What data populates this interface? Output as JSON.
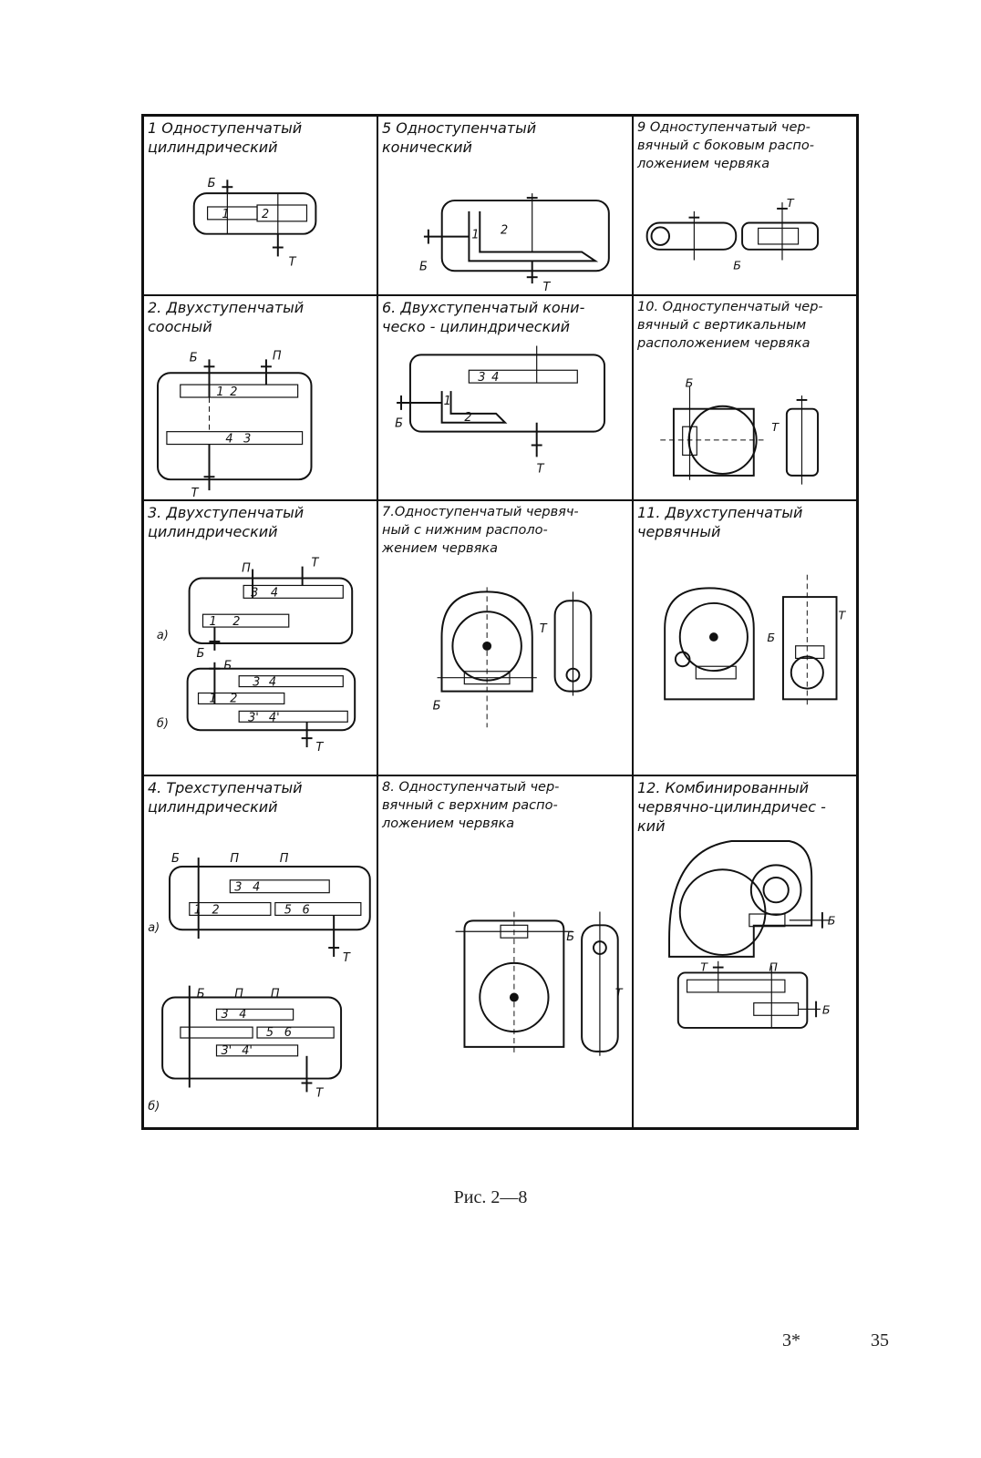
{
  "figure": {
    "cells": [
      {
        "caption": "1 Одноступенчатый\nцилиндрический",
        "labels": [
          "Б",
          "1",
          "2",
          "Т"
        ]
      },
      {
        "caption": "5  Одноступенчатый\nконический",
        "labels": [
          "1",
          "2",
          "Б",
          "Т"
        ]
      },
      {
        "caption": "9 Одноступенчатый чер-\nвячный с боковым распо-\nложением червяка",
        "labels": [
          "Т",
          "Б"
        ]
      },
      {
        "caption": "2. Двухступенчатый\n          соосный",
        "labels": [
          "Б",
          "П",
          "1",
          "2",
          "4",
          "3",
          "Т"
        ]
      },
      {
        "caption": "6. Двухступенчатый кони-\nческо - цилиндрический",
        "labels": [
          "3",
          "4",
          "1",
          "2",
          "Б",
          "Т"
        ]
      },
      {
        "caption": "10. Одноступенчатый чер-\nвячный с вертикальным\nрасположением червяка",
        "labels": [
          "Б",
          "Т"
        ]
      },
      {
        "caption": "3. Двухступенчатый\nцилиндрический",
        "labels": [
          "П",
          "Т",
          "3",
          "4",
          "1",
          "2",
          "а)",
          "Б",
          "Б",
          "3",
          "4",
          "1",
          "2",
          "3'",
          "4'",
          "б)",
          "Т"
        ]
      },
      {
        "caption": "7.Одноступенчатый червяч-\nный  с нижним располо-\nжением червяка",
        "labels": [
          "Т",
          "Б"
        ]
      },
      {
        "caption": "11. Двухступенчатый\nчервячный",
        "labels": [
          "Б",
          "Т"
        ]
      },
      {
        "caption": "4. Трехступенчатый\nцилиндрический",
        "labels": [
          "Б",
          "П",
          "П",
          "3",
          "4",
          "1",
          "2",
          "5",
          "6",
          "а)",
          "Т",
          "Б",
          "П",
          "П",
          "3",
          "4",
          "5",
          "6",
          "3'",
          "4'",
          "б)",
          "Т"
        ]
      },
      {
        "caption": "8. Одноступенчатый чер-\nвячный с верхним распо-\nложением червяка",
        "labels": [
          "Б",
          "Т"
        ]
      },
      {
        "caption": "12. Комбинированный\nчервячно-цилиндричес -\nкий",
        "labels": [
          "Б",
          "Т",
          "П",
          "Б"
        ]
      }
    ],
    "caption": "Рис. 2—8"
  },
  "footer": {
    "signature": "3*",
    "page_number": "35"
  }
}
